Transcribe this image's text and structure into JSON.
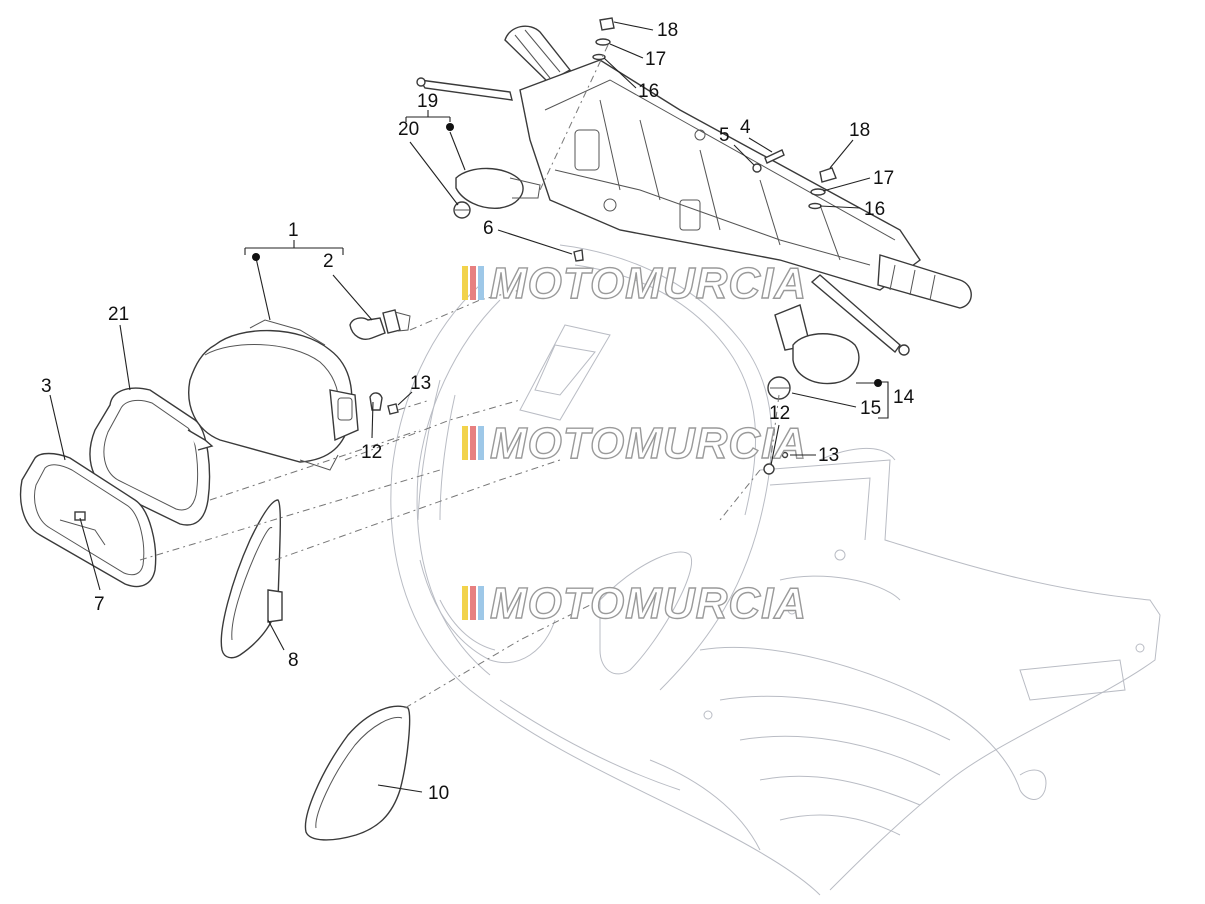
{
  "watermark": {
    "text": "MOTOMURCIA",
    "stripe_colors": [
      "#f2d34c",
      "#e78080",
      "#9ec8e8"
    ]
  },
  "callouts": {
    "c1": "1",
    "c2": "2",
    "c3": "3",
    "c4": "4",
    "c5": "5",
    "c6": "6",
    "c7": "7",
    "c8": "8",
    "c10": "10",
    "c12a": "12",
    "c12b": "12",
    "c13a": "13",
    "c13b": "13",
    "c14": "14",
    "c15": "15",
    "c16a": "16",
    "c16b": "16",
    "c17a": "17",
    "c17b": "17",
    "c18a": "18",
    "c18b": "18",
    "c19": "19",
    "c20": "20",
    "c21": "21"
  }
}
